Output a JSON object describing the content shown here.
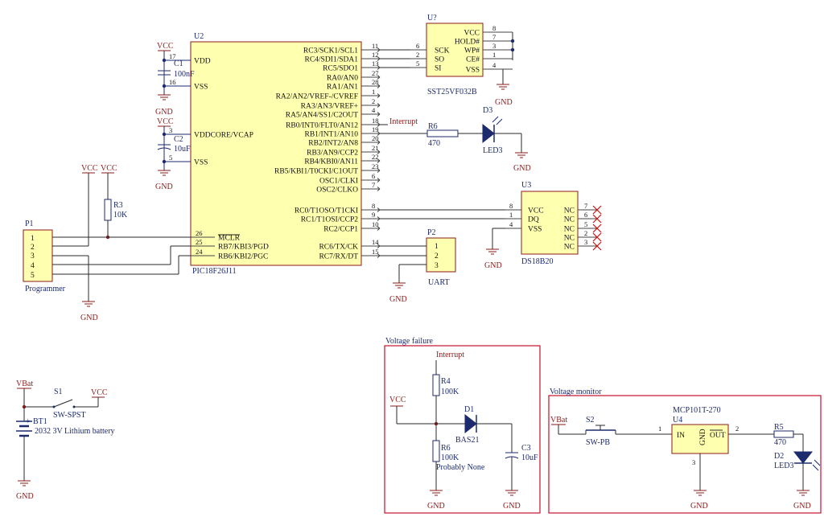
{
  "u2": {
    "ref": "U2",
    "part": "PIC18F26J11",
    "left_pins": [
      {
        "n": "17",
        "l": "VDD"
      },
      {
        "n": "16",
        "l": "VSS"
      },
      {
        "n": "3",
        "l": "VDDCORE/VCAP"
      },
      {
        "n": "5",
        "l": "VSS"
      }
    ],
    "right_pins": [
      {
        "n": "11",
        "l": "RC3/SCK1/SCL1"
      },
      {
        "n": "12",
        "l": "RC4/SDI1/SDA1"
      },
      {
        "n": "13",
        "l": "RC5/SDO1"
      },
      {
        "n": "27",
        "l": "RA0/AN0"
      },
      {
        "n": "28",
        "l": "RA1/AN1"
      },
      {
        "n": "1",
        "l": "RA2/AN2/VREF-/CVREF"
      },
      {
        "n": "2",
        "l": "RA3/AN3/VREF+"
      },
      {
        "n": "4",
        "l": "RA5/AN4/SS1/C2OUT"
      },
      {
        "n": "18",
        "l": "RB0/INT0/FLT0/AN12"
      },
      {
        "n": "19",
        "l": "RB1/INT1/AN10"
      },
      {
        "n": "20",
        "l": "RB2/INT2/AN8"
      },
      {
        "n": "21",
        "l": "RB3/AN9/CCP2"
      },
      {
        "n": "22",
        "l": "RB4/KBI0/AN11"
      },
      {
        "n": "23",
        "l": "RB5/KBI1/T0CKI/C1OUT"
      },
      {
        "n": "6",
        "l": "OSC1/CLKI"
      },
      {
        "n": "7",
        "l": "OSC2/CLKO"
      },
      {
        "n": "8",
        "l": "RC0/T1OSO/T1CKI"
      },
      {
        "n": "9",
        "l": "RC1/T1OSI/CCP2"
      },
      {
        "n": "10",
        "l": "RC2/CCP1"
      },
      {
        "n": "14",
        "l": "RC6/TX/CK"
      },
      {
        "n": "15",
        "l": "RC7/RX/DT"
      }
    ],
    "bottom_left_pins": [
      {
        "n": "26",
        "l": "MCLR"
      },
      {
        "n": "25",
        "l": "RB7/KBI3/PGD"
      },
      {
        "n": "24",
        "l": "RB6/KBI2/PGC"
      }
    ]
  },
  "flash": {
    "ref": "U?",
    "part": "SST25VF032B",
    "left_pins": [
      {
        "n": "6",
        "l": "SCK"
      },
      {
        "n": "2",
        "l": "SO"
      },
      {
        "n": "5",
        "l": "SI"
      }
    ],
    "right_pins": [
      {
        "n": "8",
        "l": "VCC"
      },
      {
        "n": "7",
        "l": "HOLD#"
      },
      {
        "n": "3",
        "l": "WP#"
      },
      {
        "n": "1",
        "l": "CE#"
      },
      {
        "n": "4",
        "l": "VSS"
      }
    ]
  },
  "temp": {
    "ref": "U3",
    "part": "DS18B20",
    "left_pins": [
      {
        "n": "8",
        "l": "VCC"
      },
      {
        "n": "1",
        "l": "DQ"
      },
      {
        "n": "4",
        "l": "VSS"
      }
    ],
    "right_pins": [
      {
        "n": "7",
        "l": "NC"
      },
      {
        "n": "6",
        "l": "NC"
      },
      {
        "n": "5",
        "l": "NC"
      },
      {
        "n": "2",
        "l": "NC"
      },
      {
        "n": "3",
        "l": "NC"
      }
    ]
  },
  "uart": {
    "ref": "P2",
    "part": "UART",
    "pins": [
      "1",
      "2",
      "3"
    ]
  },
  "prog": {
    "ref": "P1",
    "part": "Programmer",
    "pins": [
      "1",
      "2",
      "3",
      "4",
      "5"
    ]
  },
  "parts": {
    "c1_ref": "C1",
    "c1_val": "100nF",
    "c2_ref": "C2",
    "c2_val": "10uF",
    "r3_ref": "R3",
    "r3_val": "10K",
    "r6a_ref": "R6",
    "r6a_val": "470",
    "d3_ref": "D3",
    "d3_val": "LED3",
    "s1_ref": "S1",
    "s1_val": "SW-SPST",
    "bt1_ref": "BT1",
    "bt1_val": "2032 3V Lithium battery",
    "r4_ref": "R4",
    "r4_val": "100K",
    "r6b_ref": "R6",
    "r6b_val": "100K",
    "r6b_note": "Probably None",
    "d1_ref": "D1",
    "d1_val": "BAS21",
    "c3_ref": "C3",
    "c3_val": "10uF",
    "s2_ref": "S2",
    "s2_val": "SW-PB",
    "u4_ref": "U4",
    "u4_part": "MCP101T-270",
    "u4_in": "IN",
    "u4_gnd": "GND",
    "u4_out": "OUT",
    "u4_p1": "1",
    "u4_p2": "2",
    "u4_p3": "3",
    "r5_ref": "R5",
    "r5_val": "470",
    "d2_ref": "D2",
    "d2_val": "LED3"
  },
  "nets": {
    "vcc": "VCC",
    "gnd": "GND",
    "vbat": "VBat",
    "interrupt": "Interrupt",
    "plus": "+"
  },
  "sections": {
    "voltage_failure": "Voltage failure",
    "voltage_monitor": "Voltage monitor"
  }
}
